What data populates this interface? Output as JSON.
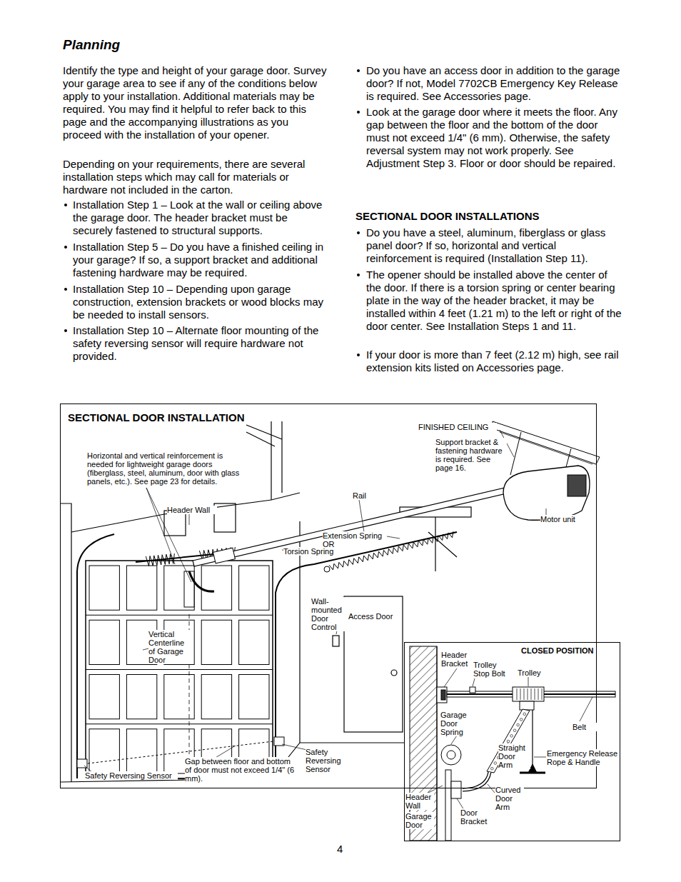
{
  "diagram": {
    "title": "Planning",
    "nodes": [
      {
        "text": [
          "SECTIONAL DOOR INSTALLATION"
        ]
      },
      {
        "text": [
          "CLOSED POSITION"
        ]
      }
    ],
    "labels": [
      "Identify the type and height of your garage door. Survey your garage area to see if any of the conditions below apply to your installation. Additional materials may be required. You may find it helpful to refer back to this page and the accompanying illustrations as you proceed with the installation of your opener.",
      "Depending on your requirements, there are several installation steps which may call for materials or hardware not included in the carton.",
      "Installation Step 1 – Look at the wall or ceiling above the garage door. The header bracket must be securely fastened to structural supports.",
      "Installation Step 5 – Do you have a finished ceiling in your garage? If so, a support bracket and additional fastening hardware may be required.",
      "Installation Step 10 – Depending upon garage construction, extension brackets or wood blocks may be needed to install sensors.",
      "Installation Step 10 – Alternate floor mounting of the safety reversing sensor will require hardware not provided.",
      "Do you have an access door in addition to the garage door? If not, Model 7702CB Emergency Key Release is required. See Accessories page.",
      "Look at the garage door where it meets the floor. Any gap between the floor and the bottom of the door must not exceed 1/4\" (6 mm). Otherwise, the safety reversal system may not work properly. See Adjustment Step 3. Floor or door should be repaired.",
      "SECTIONAL DOOR INSTALLATIONS",
      "Do you have a steel, aluminum, fiberglass or glass panel door? If so, horizontal and vertical reinforcement is required (Installation Step 11).",
      "The opener should be installed above the center of the door. If there is a torsion spring or center bearing plate in the way of the header bracket, it may be installed within 4 feet (1.21 m) to the left or right of the door center. See Installation Steps 1 and 11.",
      "If your door is more than 7 feet (2.12 m) high, see rail extension kits listed on Accessories page.",
      "FINISHED CEILING",
      "Support bracket & fastening hardware is required. See page 16.",
      "Horizontal and vertical reinforcement is needed for lightweight garage doors (fiberglass, steel, aluminum, door with glass panels, etc.). See page 23 for details.",
      "Rail",
      "Header Wall",
      "Motor unit",
      "Extension Spring",
      "OR",
      "Torsion Spring",
      "Wall-mounted Door Control",
      "Access Door",
      "Vertical Centerline of Garage Door",
      "Safety Reversing Sensor",
      "Gap between floor and bottom of door must not exceed 1/4\" (6 mm).",
      "Safety Reversing Sensor",
      "Header Bracket",
      "Trolley Stop Bolt",
      "Trolley",
      "Belt",
      "Garage Door Spring",
      "Straight Door Arm",
      "Emergency Release Rope & Handle",
      "Header Wall",
      "Garage Door",
      "Door Bracket",
      "Curved Door Arm",
      "4"
    ]
  }
}
